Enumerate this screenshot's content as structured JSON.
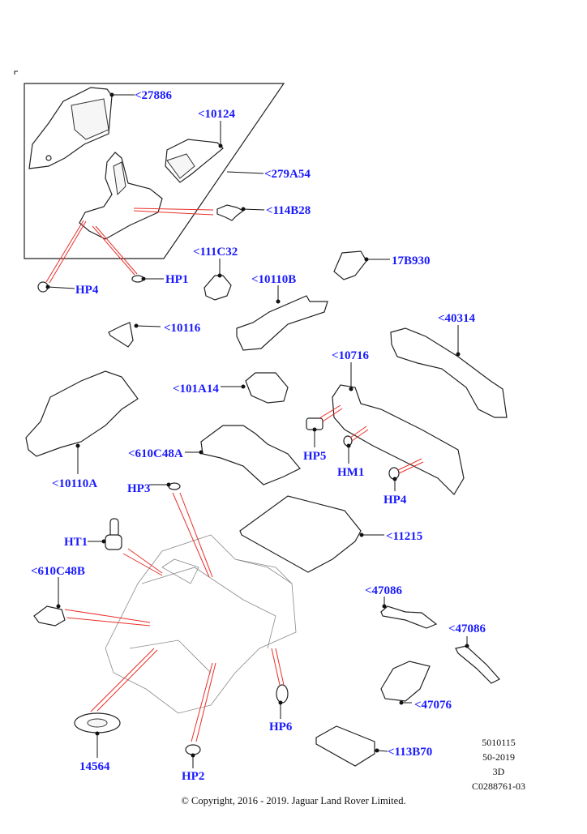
{
  "diagram": {
    "title": "Body floor and rear structure exploded parts view",
    "callouts": [
      {
        "id": "27886",
        "text": "<27886"
      },
      {
        "id": "10124",
        "text": "<10124"
      },
      {
        "id": "279A54",
        "text": "<279A54"
      },
      {
        "id": "114B28",
        "text": "<114B28"
      },
      {
        "id": "HP4_top",
        "text": "HP4"
      },
      {
        "id": "HP1",
        "text": "HP1"
      },
      {
        "id": "111C32",
        "text": "<111C32"
      },
      {
        "id": "17B930",
        "text": "17B930"
      },
      {
        "id": "10110B",
        "text": "<10110B"
      },
      {
        "id": "10116",
        "text": "<10116"
      },
      {
        "id": "40314",
        "text": "<40314"
      },
      {
        "id": "10716",
        "text": "<10716"
      },
      {
        "id": "101A14",
        "text": "<101A14"
      },
      {
        "id": "10110A",
        "text": "<10110A"
      },
      {
        "id": "610C48A",
        "text": "<610C48A"
      },
      {
        "id": "HP5",
        "text": "HP5"
      },
      {
        "id": "HM1",
        "text": "HM1"
      },
      {
        "id": "HP4_right",
        "text": "HP4"
      },
      {
        "id": "HP3",
        "text": "HP3"
      },
      {
        "id": "HT1",
        "text": "HT1"
      },
      {
        "id": "11215",
        "text": "<11215"
      },
      {
        "id": "610C48B",
        "text": "<610C48B"
      },
      {
        "id": "47086_a",
        "text": "<47086"
      },
      {
        "id": "47086_b",
        "text": "<47086"
      },
      {
        "id": "47076",
        "text": "<47076"
      },
      {
        "id": "HP6",
        "text": "HP6"
      },
      {
        "id": "113B70",
        "text": "<113B70"
      },
      {
        "id": "14564",
        "text": "14564"
      },
      {
        "id": "HP2",
        "text": "HP2"
      }
    ],
    "reference": {
      "line1": "5010115",
      "line2": "50-2019",
      "line3": "3D",
      "line4": "C0288761-03"
    },
    "copyright": "© Copyright, 2016 - 2019. Jaguar Land Rover Limited."
  },
  "colors": {
    "callout_text": "#1a1aff",
    "leader_red": "#e8302a",
    "line": "#222222"
  }
}
